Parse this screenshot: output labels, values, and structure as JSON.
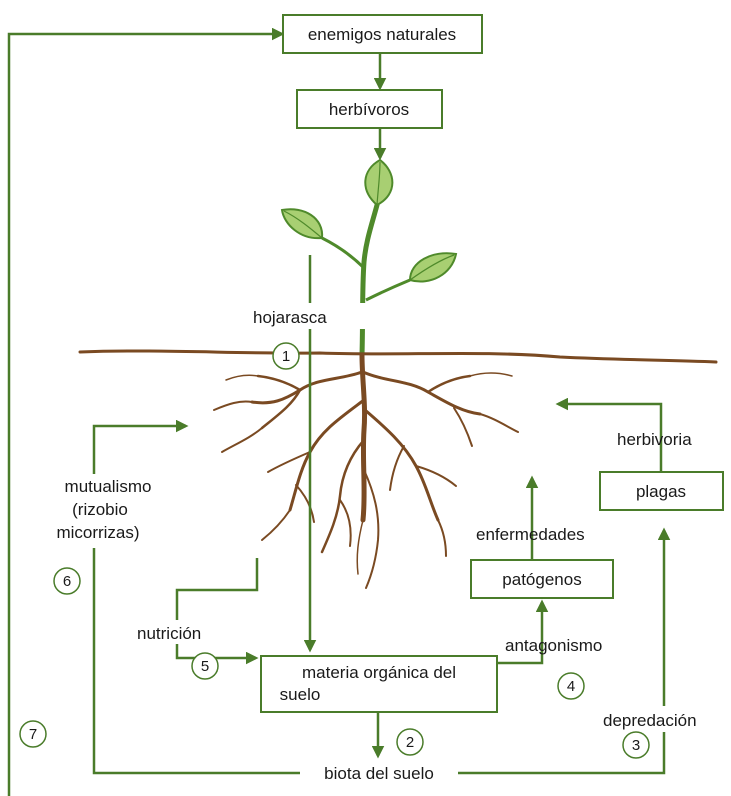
{
  "colors": {
    "arrow": "#4a7c2a",
    "box_border": "#4a7c2a",
    "plant_stem": "#4f8a2b",
    "leaf_fill": "#a8cf72",
    "leaf_edge": "#4f8a2b",
    "root": "#7a4a22",
    "soil_line": "#7a4a22"
  },
  "boxes": {
    "enemigos": "enemigos naturales",
    "herbivoros": "herbívoros",
    "plagas": "plagas",
    "patogenos": "patógenos",
    "materia_line1": "materia orgánica del",
    "materia_line2": "suelo"
  },
  "labels": {
    "hojarasca": "hojarasca",
    "herbivoria": "herbivoria",
    "enfermedades": "enfermedades",
    "antagonismo": "antagonismo",
    "nutricion": "nutrición",
    "mutualismo_line1": "mutualismo",
    "mutualismo_line2": "(rizobio",
    "mutualismo_line3": "micorrizas)",
    "depredacion": "depredación",
    "biota": "biota del suelo"
  },
  "numbers": {
    "n1": "1",
    "n2": "2",
    "n3": "3",
    "n4": "4",
    "n5": "5",
    "n6": "6",
    "n7": "7"
  }
}
